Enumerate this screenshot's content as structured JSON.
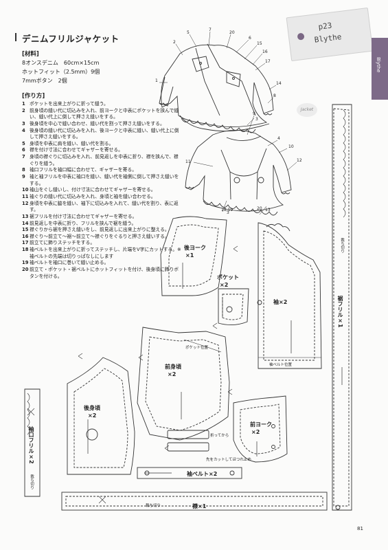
{
  "title": "デニムフリルジャケット",
  "tag": {
    "page": "p23",
    "model": "Blythe"
  },
  "sidebar_label": "Blythe",
  "badge": "Jacket",
  "materials_heading": "[材料]",
  "materials": [
    "8オンスデニム　60cm×15cm",
    "ホットフィット（2.5mm）9個",
    "7mmボタン　2個"
  ],
  "method_heading": "[作り方]",
  "steps": [
    {
      "n": "1",
      "t": "ポケットを出来上がりに折って縫う。"
    },
    {
      "n": "2",
      "t": "前身頃の縫い代に切込みを入れ、前ヨークと中表にポケットを挟んで縫い、縫い代上に倒して押さえ縫いをする。"
    },
    {
      "n": "3",
      "t": "後身頃を中心で縫い合わせ、縫い代を割って押さえ縫いをする。"
    },
    {
      "n": "4",
      "t": "後身頃の縫い代に切込みを入れ、後ヨークと中表に縫い、縫い代上に倒して押さえ縫いをする。"
    },
    {
      "n": "5",
      "t": "身頃を中表に肩を縫い、縫い代を割る。"
    },
    {
      "n": "6",
      "t": "襟を付け寸法に合わせてギャザーを寄せる。"
    },
    {
      "n": "7",
      "t": "身頃の襟ぐりに切込みを入れ、前見返しを中表に折り、襟を挟んで、襟ぐりを縫う。"
    },
    {
      "n": "8",
      "t": "袖口フリルを袖口幅に合わせて、ギャザーを寄る。"
    },
    {
      "n": "9",
      "t": "袖と袖フリルを中表に袖口を縫い、縫い代を袖側に倒して押さえ縫いをする。"
    },
    {
      "n": "10",
      "t": "袖山をぐし縫いし、付け寸法に合わせてギャザーを寄せる。"
    },
    {
      "n": "11",
      "t": "袖ぐりの縫い代に切込みを入れ、身頃と袖を縫い合わせる。"
    },
    {
      "n": "12",
      "t": "身頃を中表に脇を縫い、袖下に切込みを入れて、縫い代を割り、表に返す。"
    },
    {
      "n": "13",
      "t": "裾フリルを付け寸法に合わせてギャザーを寄せる。"
    },
    {
      "n": "14",
      "t": "前見返しを中表に折り、フリルを挟んで裾を縫う。"
    },
    {
      "n": "15",
      "t": "襟ぐりから裾を押さえ縫いをし、前見返しに出来上がりに整える。"
    },
    {
      "n": "16",
      "t": "襟ぐり～前立て～裾～前立て～襟ぐりをぐるりと押さえ縫いする。"
    },
    {
      "n": "17",
      "t": "前立てに飾りステッチをする。"
    },
    {
      "n": "18",
      "t": "袖ベルトを出来上がりに折ってステッチし、片端をV字にカットする。※袖ベルトの先端は切りっぱなしにします"
    },
    {
      "n": "19",
      "t": "袖ベルトを袖口に巻いて縫い止める。"
    },
    {
      "n": "20",
      "t": "前立て・ポケット・裾ベルトにホットフィットを付け、後身頃に飾りボタンを付ける。"
    }
  ],
  "pieces": {
    "back_yoke": "後ヨーク",
    "back_yoke_qty": "×1",
    "pocket": "ポケット",
    "pocket_qty": "×2",
    "sleeve": "袖×2",
    "sleeve_pos": "袖ベルト位置",
    "pocket_pos": "ポケット位置",
    "front_body": "前身頃",
    "front_body_qty": "×2",
    "back_body": "後身頃",
    "back_body_qty": "×2",
    "front_yoke": "前ヨーク",
    "front_yoke_qty": "×2",
    "sleeve_belt": "袖ベルト×2",
    "collar": "襟×1",
    "cut_off": "裁ち切り",
    "hem_frill": "裾フリル×1",
    "cuff_frill": "袖口フリル×2",
    "fold_note": "折ってから",
    "cut_note": "先をカットしてほつれ止め"
  },
  "callouts": [
    "5",
    "7",
    "20",
    "6",
    "2",
    "15",
    "16",
    "17",
    "1",
    "3",
    "14",
    "8",
    "9",
    "4",
    "10",
    "11",
    "12",
    "18,19",
    "13",
    "20",
    "3"
  ],
  "page_number": "81"
}
